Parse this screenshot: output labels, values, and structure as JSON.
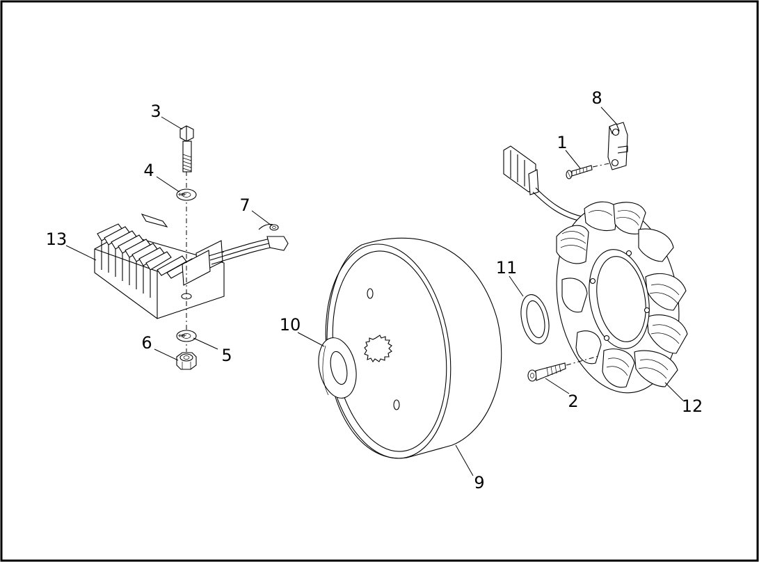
{
  "diagram": {
    "callouts": [
      {
        "id": "1",
        "label": "1"
      },
      {
        "id": "2",
        "label": "2"
      },
      {
        "id": "3",
        "label": "3"
      },
      {
        "id": "4",
        "label": "4"
      },
      {
        "id": "5",
        "label": "5"
      },
      {
        "id": "6",
        "label": "6"
      },
      {
        "id": "7",
        "label": "7"
      },
      {
        "id": "8",
        "label": "8"
      },
      {
        "id": "9",
        "label": "9"
      },
      {
        "id": "10",
        "label": "10"
      },
      {
        "id": "11",
        "label": "11"
      },
      {
        "id": "12",
        "label": "12"
      },
      {
        "id": "13",
        "label": "13"
      }
    ],
    "colors": {
      "line": "#000000",
      "background": "#ffffff"
    }
  }
}
